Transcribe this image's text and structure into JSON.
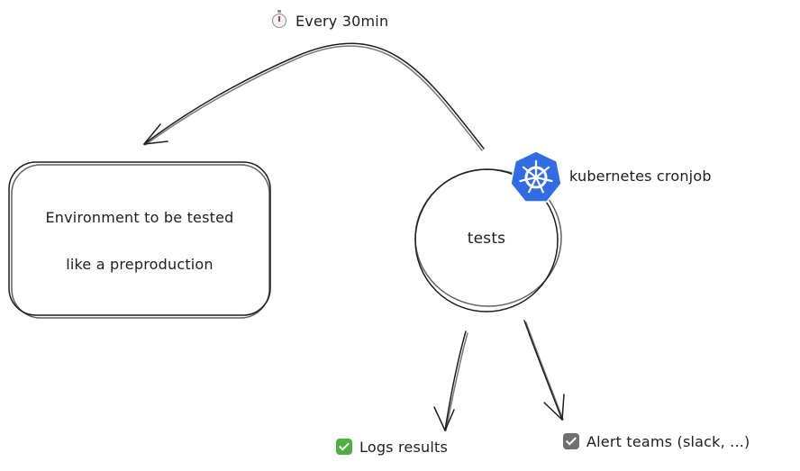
{
  "diagram": {
    "schedule_label": "Every 30min",
    "environment": {
      "line1": "Environment to be tested",
      "line2": "like a preproduction"
    },
    "tests_label": "tests",
    "cronjob_label": "kubernetes cronjob",
    "outputs": {
      "logs": "Logs results",
      "alert": "Alert teams (slack, ...)"
    },
    "icons": {
      "schedule": "stopwatch-icon",
      "cronjob": "kubernetes-logo-icon",
      "logs": "green-check-box-icon",
      "alert": "gray-check-box-icon"
    },
    "colors": {
      "stroke": "#1e1e1e",
      "kubernetes_blue": "#326ce5",
      "check_green": "#4caf3f",
      "check_gray": "#6f6f6f"
    }
  }
}
